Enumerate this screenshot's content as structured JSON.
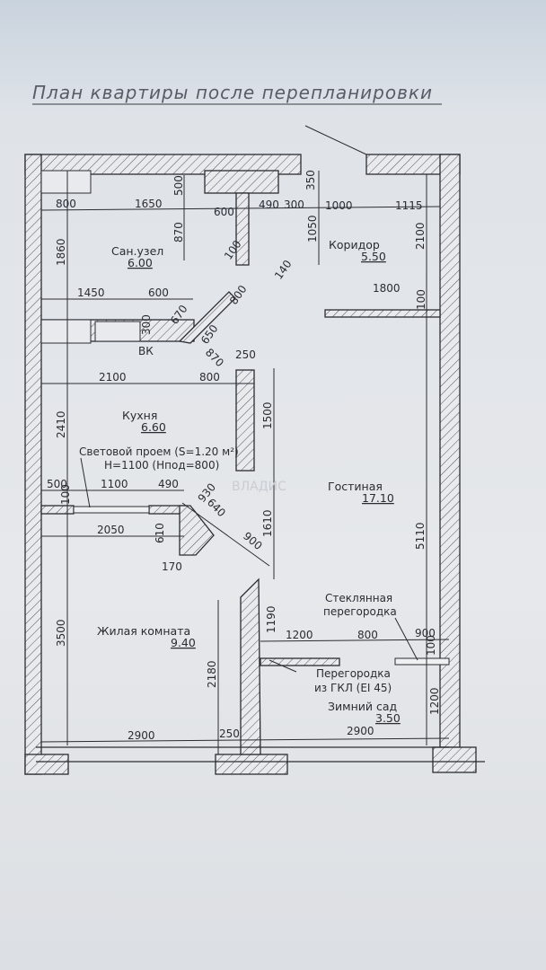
{
  "title": "План квартиры после перепланировки",
  "rooms": {
    "bathroom": {
      "name": "Сан.узел",
      "area": "6.00"
    },
    "corridor": {
      "name": "Коридор",
      "area": "5.50"
    },
    "kitchen": {
      "name": "Кухня",
      "area": "6.60"
    },
    "living": {
      "name": "Гостиная",
      "area": "17.10"
    },
    "bedroom": {
      "name": "Жилая комната",
      "area": "9.40"
    },
    "garden": {
      "name": "Зимний сад",
      "area": "3.50"
    }
  },
  "notes": {
    "light_opening_1": "Световой проем (S=1.20 м²)",
    "light_opening_2": "H=1100 (Hпод=800)",
    "glass_partition_1": "Стеклянная",
    "glass_partition_2": "перегородка",
    "gkl_partition_1": "Перегородка",
    "gkl_partition_2": "из ГКЛ (EI 45)",
    "vk": "ВК",
    "watermark": "ВЛАДИС"
  },
  "dims": [
    "800",
    "1650",
    "500",
    "350",
    "600",
    "490",
    "300",
    "1000",
    "1115",
    "1860",
    "870",
    "1050",
    "2100",
    "100",
    "140",
    "800",
    "1450",
    "600",
    "670",
    "300",
    "650",
    "870",
    "1800",
    "100",
    "250",
    "2100",
    "800",
    "2410",
    "1500",
    "5110",
    "500",
    "100",
    "1100",
    "490",
    "930",
    "640",
    "2050",
    "610",
    "900",
    "170",
    "1610",
    "1190",
    "3500",
    "1200",
    "800",
    "900",
    "100",
    "2180",
    "1200",
    "2900",
    "250",
    "2900"
  ]
}
